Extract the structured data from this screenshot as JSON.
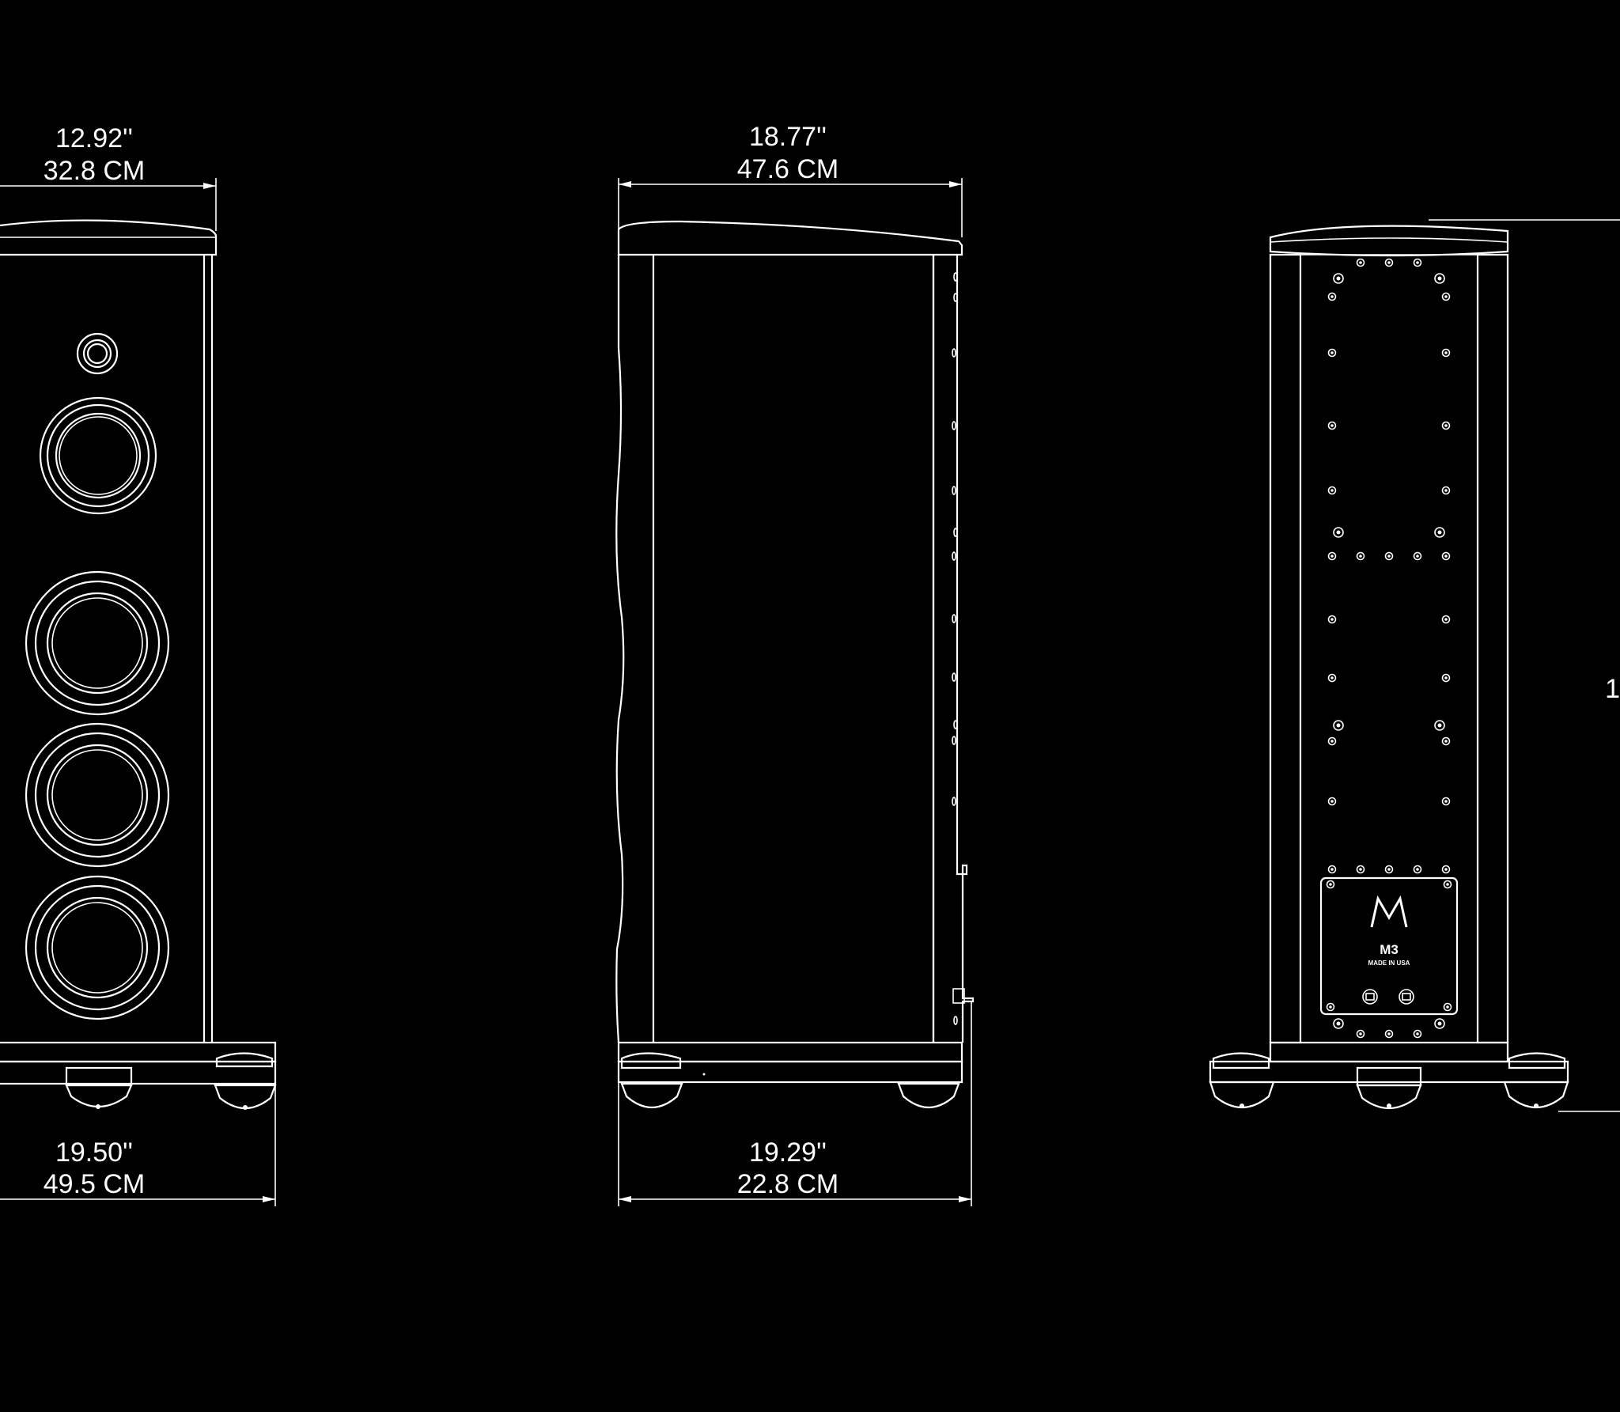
{
  "colors": {
    "background": "#000000",
    "line": "#ffffff"
  },
  "front_view": {
    "width_label": {
      "in": "12.92''",
      "cm": "32.8 CM"
    },
    "base_label": {
      "in": "19.50''",
      "cm": "49.5 CM"
    }
  },
  "side_view": {
    "width_label": {
      "in": "18.77''",
      "cm": "47.6 CM"
    },
    "base_label": {
      "in": "19.29''",
      "cm": "22.8 CM"
    }
  },
  "rear_view": {
    "badge": {
      "model": "M3",
      "origin": "MADE IN USA"
    },
    "height_label_partial": "1"
  }
}
